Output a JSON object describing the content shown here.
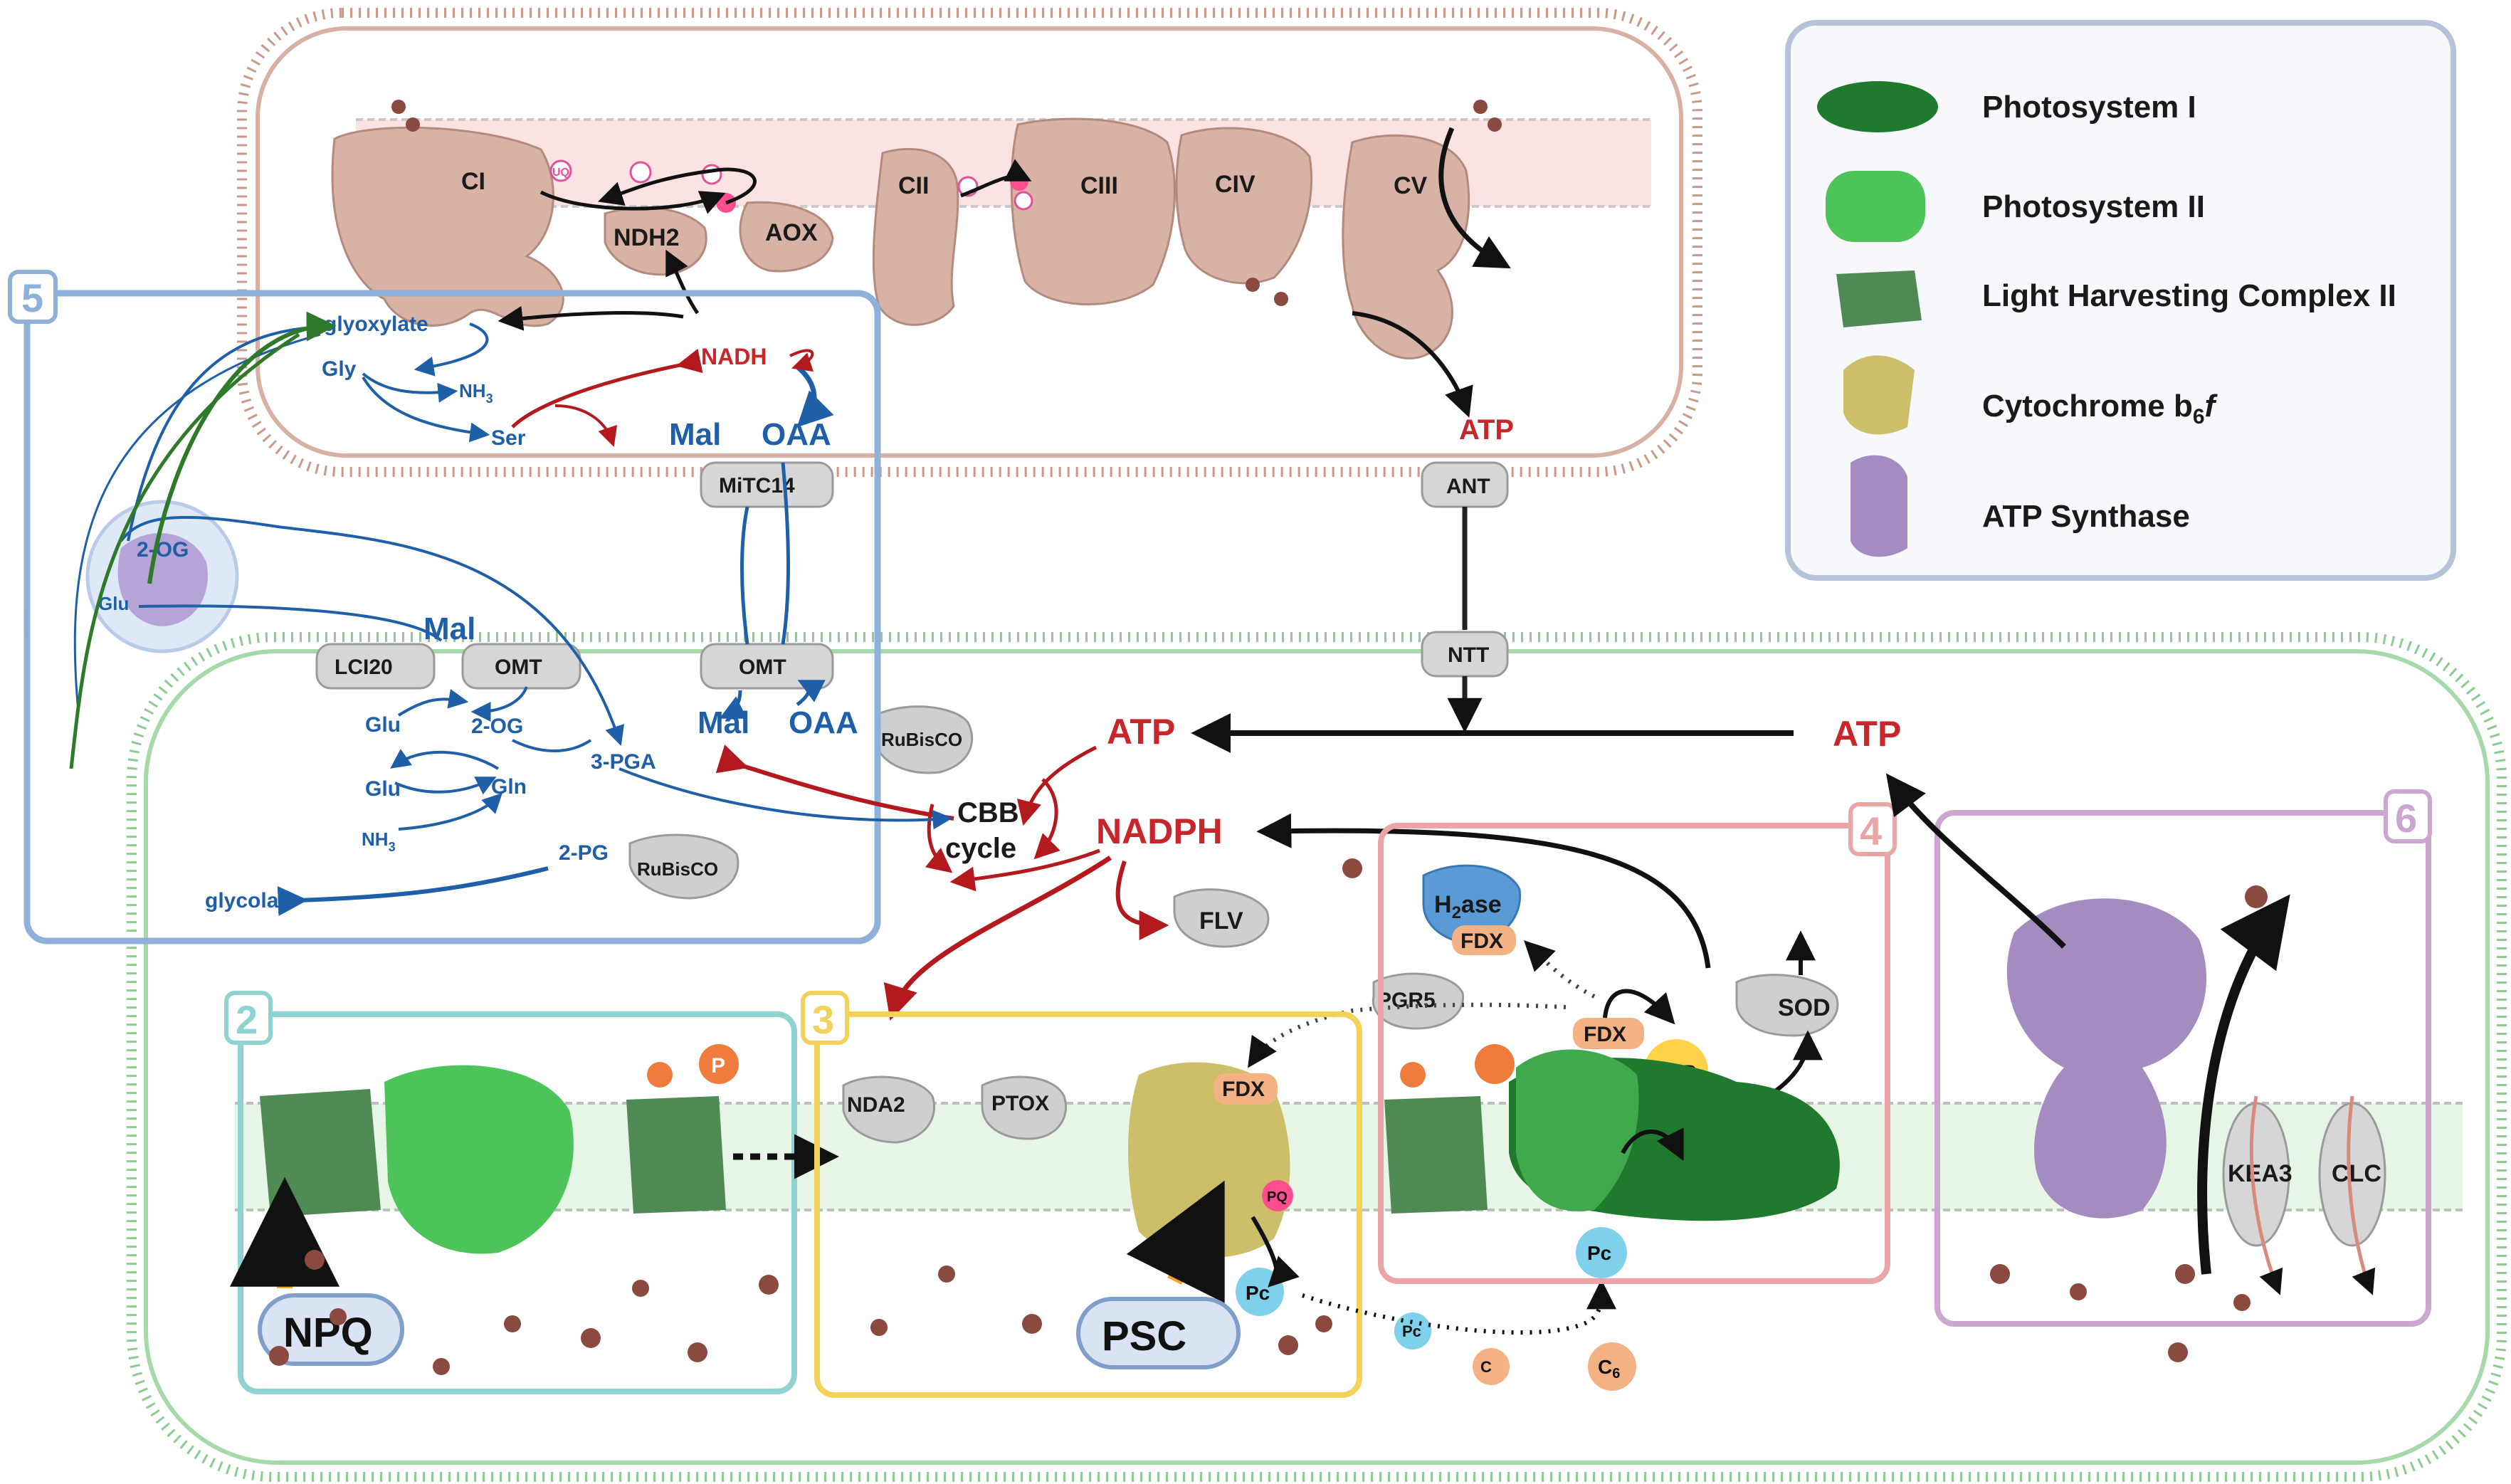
{
  "legend": {
    "items": [
      {
        "label": "Photosystem I",
        "color": "#1f7a2e"
      },
      {
        "label": "Photosystem II",
        "color": "#4cc45a"
      },
      {
        "label": "Light Harvesting Complex II",
        "color": "#4f8a55"
      },
      {
        "label": "Cytochrome b",
        "sub": "6",
        "suffix": "f",
        "color": "#cdbf6a"
      },
      {
        "label": "ATP Synthase",
        "color": "#a48cc0"
      }
    ]
  },
  "mito": {
    "complexes": [
      "CI",
      "NDH2",
      "AOX",
      "CII",
      "CIII",
      "CIV",
      "CV"
    ],
    "uq": "UQ",
    "atp": "ATP",
    "ant": "ANT"
  },
  "box5": {
    "num": "5",
    "glyoxylate": "glyoxylate",
    "gly": "Gly",
    "nh3a": "NH",
    "ser": "Ser",
    "nadh": "NADH",
    "mal": "Mal",
    "oaa": "OAA",
    "mitc14": "MiTC14",
    "twoOg": "2-OG",
    "glu": "Glu",
    "mal2": "Mal",
    "lci20": "LCI20",
    "omt": "OMT",
    "omt2": "OMT",
    "glu2": "Glu",
    "twoOg2": "2-OG",
    "glu3": "Glu",
    "gln": "Gln",
    "nh3b": "NH",
    "threePga": "3-PGA",
    "mal3": "Mal",
    "oaa2": "OAA",
    "twoPg": "2-PG",
    "rubisco": "RuBisCO",
    "glycolate": "glycolate"
  },
  "chloro": {
    "ntt": "NTT",
    "atpLeft": "ATP",
    "atpRight": "ATP",
    "rubisco": "RuBisCO",
    "cbb1": "CBB",
    "cbb2": "cycle",
    "nadph": "NADPH",
    "flv": "FLV",
    "h2ase": "H",
    "h2aseSub": "2",
    "h2aseSuffix": "ase",
    "fdx1": "FDX",
    "pgr5": "PGR5",
    "fdx2": "FDX",
    "fnr": "FNR",
    "sod": "SOD",
    "fdx3": "FDX",
    "nda2": "NDA2",
    "ptox": "PTOX",
    "pc1": "Pc",
    "pc2": "Pc",
    "pc3": "Pc",
    "c6": "C",
    "c6sub": "6",
    "kea3": "KEA3",
    "clc": "CLC",
    "pq": "PQ",
    "p": "P"
  },
  "boxes": {
    "b2": {
      "num": "2",
      "tag": "NPQ",
      "color": "#8fd3d0"
    },
    "b3": {
      "num": "3",
      "tag": "PSC",
      "color": "#f2d25a"
    },
    "b4": {
      "num": "4",
      "color": "#eaa6a6"
    },
    "b6": {
      "num": "6",
      "color": "#cba6cf"
    },
    "b5": {
      "color": "#8fb0d8"
    }
  }
}
